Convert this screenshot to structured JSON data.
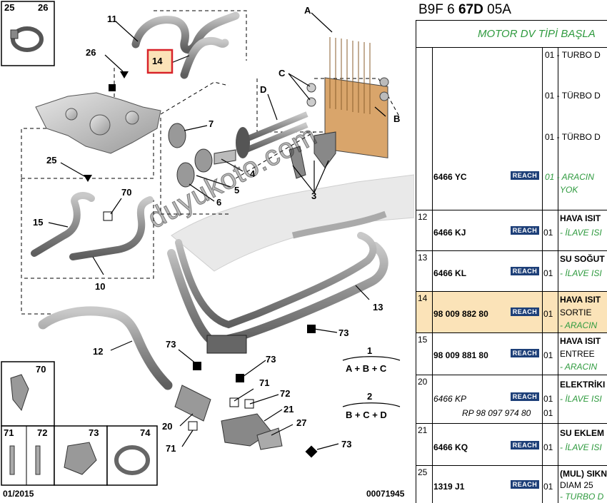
{
  "diagram": {
    "callouts": [
      "25",
      "26",
      "11",
      "14",
      "26",
      "A",
      "C",
      "D",
      "B",
      "7",
      "25",
      "3",
      "4",
      "5",
      "6",
      "15",
      "70",
      "10",
      "13",
      "12",
      "73",
      "73",
      "73",
      "1",
      "A + B + C",
      "2",
      "B + C + D",
      "70",
      "71",
      "72",
      "21",
      "20",
      "27",
      "73",
      "71",
      "72",
      "73",
      "74",
      "71"
    ],
    "small_box_labels": [
      "25",
      "26",
      "70",
      "71",
      "72",
      "73",
      "74"
    ],
    "date": "01/2015",
    "doc_number": "00071945",
    "watermark": "duyukoto.com"
  },
  "header": {
    "prefix": "B9F 6",
    "bold": "67D",
    "suffix": "05A"
  },
  "table": {
    "title": "MOTOR DV TİPİ BAŞLA",
    "reach_label": "REACH",
    "rows": [
      {
        "idx": "",
        "ref": "6466 YC",
        "qty": "01",
        "lines": [
          "01 - TURBO D",
          "01 - TÜRBO D",
          "01 - TÜRBO D",
          "01 - ARACIN",
          "YOK"
        ]
      },
      {
        "idx": "12",
        "ref": "6466 KJ",
        "qty": "01",
        "title": "HAVA ISIT",
        "sub": "- İLAVE ISI"
      },
      {
        "idx": "13",
        "ref": "6466 KL",
        "qty": "01",
        "title": "SU SOĞUT",
        "sub": "- İLAVE ISI"
      },
      {
        "idx": "14",
        "ref": "98 009 882 80",
        "qty": "01",
        "title": "HAVA ISIT",
        "line2": "SORTIE",
        "sub": "- ARACIN"
      },
      {
        "idx": "15",
        "ref": "98 009 881 80",
        "qty": "01",
        "title": "HAVA ISIT",
        "line2": "ENTREE",
        "sub": "- ARACIN"
      },
      {
        "idx": "20",
        "ref": "6466 KP",
        "ref2": "RP 98 097 974 80",
        "qty": "01",
        "qty2": "01",
        "title": "ELEKTRİKI",
        "sub": "- İLAVE ISI"
      },
      {
        "idx": "21",
        "ref": "6466 KQ",
        "qty": "01",
        "title": "SU EKLEM",
        "sub": "- İLAVE ISI"
      },
      {
        "idx": "25",
        "ref": "1319 J1",
        "qty": "01",
        "title": "(MUL) SIKN",
        "line2": "DIAM 25",
        "sub": "- TURBO D"
      }
    ]
  },
  "colors": {
    "accent_green": "#2e9a3e",
    "highlight": "#fbe3b8",
    "reach_blue": "#1d3f78",
    "callout_red": "#d8232a"
  }
}
